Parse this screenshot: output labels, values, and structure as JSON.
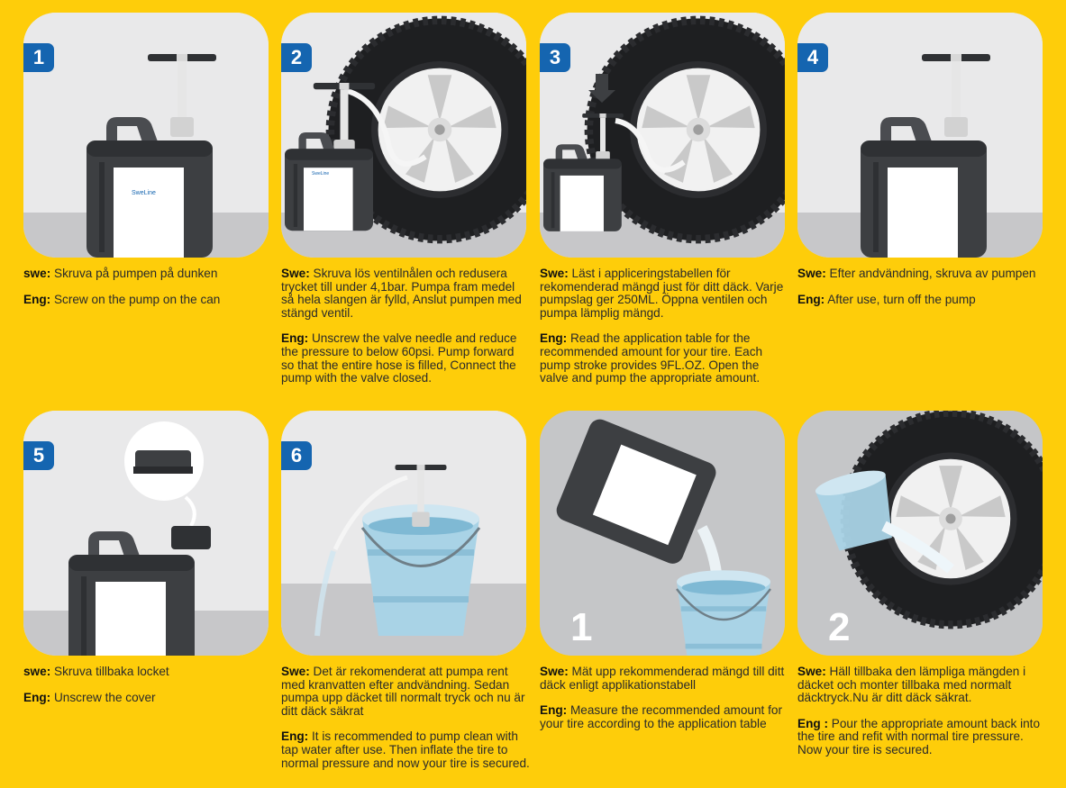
{
  "steps": [
    {
      "badge": "1",
      "swe_label": "swe:",
      "swe_text": "Skruva på pumpen på dunken",
      "eng_label": "Eng:",
      "eng_text": "Screw on the pump on the can"
    },
    {
      "badge": "2",
      "swe_label": "Swe:",
      "swe_text": "Skruva lös ventilnålen och redusera trycket till under 4,1bar. Pumpa fram medel så hela slangen är fylld, Anslut pumpen med stängd ventil.",
      "eng_label": "Eng:",
      "eng_text": "Unscrew the valve needle and reduce the pressure to below 60psi. Pump forward so that the entire hose is filled, Connect the pump with the valve closed."
    },
    {
      "badge": "3",
      "swe_label": "Swe:",
      "swe_text": "Läst i appliceringstabellen för rekomenderad mängd  just för ditt däck. Varje pumpslag ger 250ML. Öppna ventilen och pumpa lämplig mängd.",
      "eng_label": "Eng:",
      "eng_text": "Read the application table for the recommended amount for your tire. Each pump stroke provides 9FL.OZ. Open the valve and pump the appropriate amount."
    },
    {
      "badge": "4",
      "swe_label": "Swe:",
      "swe_text": "Efter andvändning, skruva av pumpen",
      "eng_label": "Eng:",
      "eng_text": "After use, turn off the pump"
    },
    {
      "badge": "5",
      "swe_label": "swe:",
      "swe_text": "Skruva tillbaka locket",
      "eng_label": "Eng:",
      "eng_text": "Unscrew the cover"
    },
    {
      "badge": "6",
      "swe_label": "Swe:",
      "swe_text": "Det är rekomenderat att pumpa rent med kranvatten efter andvändning. Sedan pumpa upp däcket till normalt tryck och nu är ditt däck säkrat",
      "eng_label": "Eng:",
      "eng_text": "It is recommended to pump clean with tap water after use. Then inflate the tire to normal pressure and now your tire is secured."
    },
    {
      "badge": "1",
      "swe_label": "Swe:",
      "swe_text": "Mät upp rekommenderad mängd till ditt däck enligt applikationstabell",
      "eng_label": "Eng:",
      "eng_text": "Measure the recommended amount for your tire according to the application table"
    },
    {
      "badge": "2",
      "swe_label": "Swe:",
      "swe_text": "Häll tillbaka den lämpliga mängden i däcket och monter tillbaka med normalt däcktryck.Nu är ditt däck säkrat.",
      "eng_label": "Eng :",
      "eng_text": "Pour the appropriate amount back into the tire and refit with normal tire pressure. Now your tire is secured."
    }
  ],
  "brand_logo": "SweLine",
  "colors": {
    "background": "#fecd0a",
    "badge": "#1565b0",
    "jug": "#3d3f42",
    "tire": "#1e1f21",
    "water": "#a9d3e6"
  }
}
